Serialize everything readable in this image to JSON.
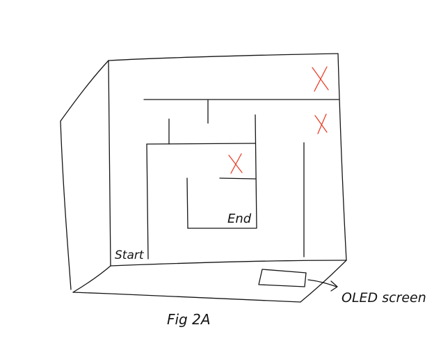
{
  "labels": {
    "start": "Start",
    "end": "End",
    "oled": "OLED screen",
    "figure": "Fig 2A"
  },
  "marks": {
    "x_color": "#e8402a"
  }
}
